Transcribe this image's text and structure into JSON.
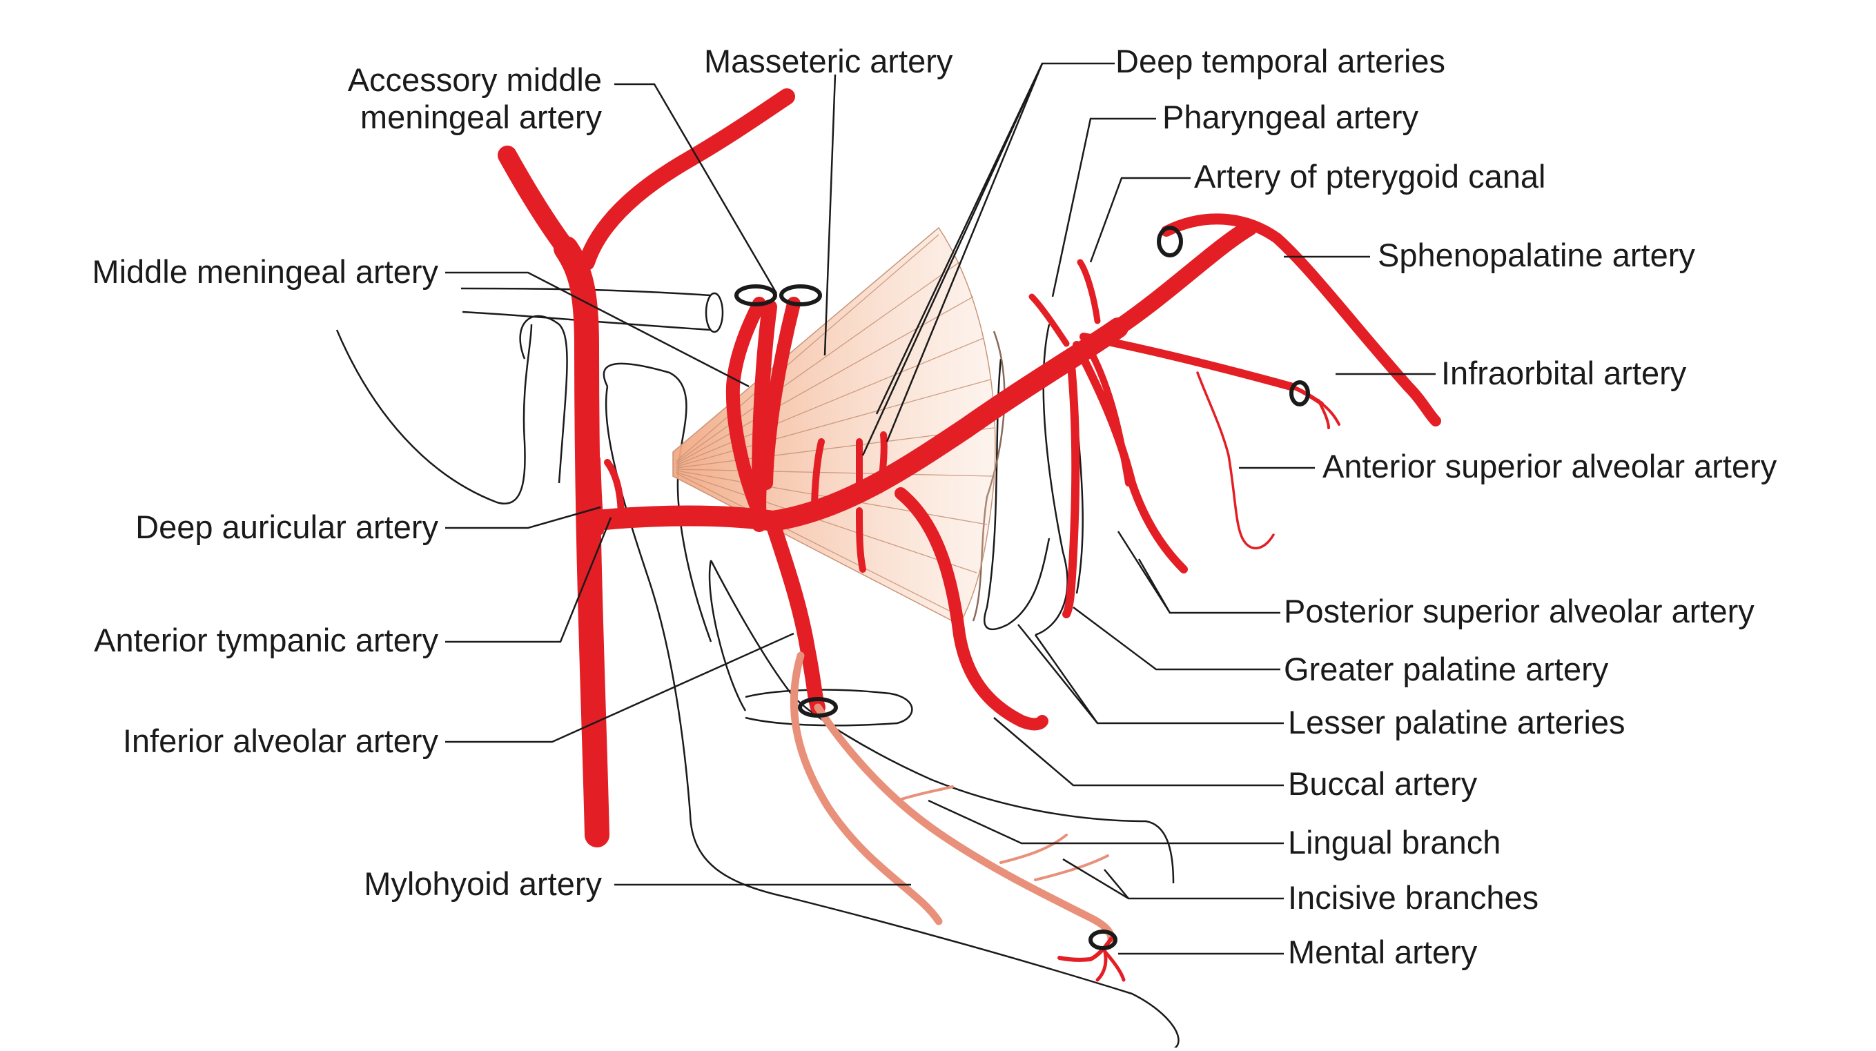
{
  "labels": {
    "accessory_middle_meningeal_1": "Accessory middle",
    "accessory_middle_meningeal_2": "meningeal artery",
    "masseteric": "Masseteric artery",
    "deep_temporal": "Deep temporal arteries",
    "pharyngeal": "Pharyngeal artery",
    "pterygoid_canal": "Artery of pterygoid canal",
    "sphenopalatine": "Sphenopalatine artery",
    "middle_meningeal": "Middle meningeal artery",
    "infraorbital": "Infraorbital artery",
    "anterior_superior_alveolar": "Anterior superior alveolar artery",
    "deep_auricular": "Deep auricular artery",
    "posterior_superior_alveolar": "Posterior superior alveolar artery",
    "anterior_tympanic": "Anterior tympanic artery",
    "greater_palatine": "Greater palatine artery",
    "inferior_alveolar": "Inferior alveolar artery",
    "lesser_palatine": "Lesser palatine arteries",
    "buccal": "Buccal artery",
    "lingual_branch": "Lingual branch",
    "mylohyoid": "Mylohyoid artery",
    "incisive": "Incisive branches",
    "mental": "Mental artery"
  },
  "colors": {
    "artery": "#e31e24",
    "artery_light": "#e8907a",
    "muscle": "#f2b08c",
    "outline": "#1a1a1a"
  }
}
